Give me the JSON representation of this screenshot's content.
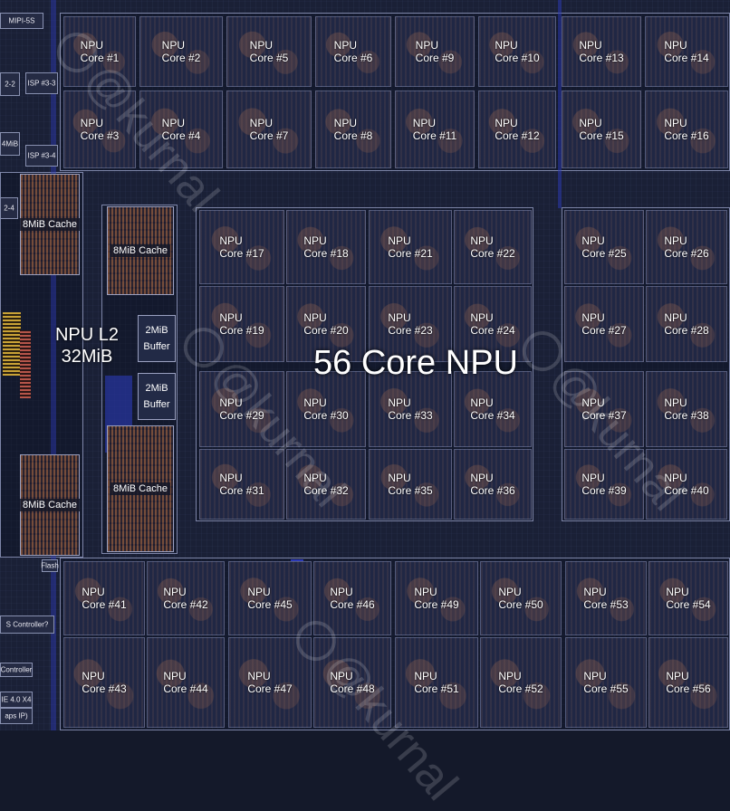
{
  "title": "56 Core NPU",
  "l2": {
    "name": "NPU L2",
    "size": "32MiB"
  },
  "caches": [
    {
      "id": "cache-top-left",
      "label": "8MiB Cache"
    },
    {
      "id": "cache-upper-mid",
      "label": "8MiB Cache"
    },
    {
      "id": "cache-lower-mid",
      "label": "8MiB Cache"
    },
    {
      "id": "cache-bottom-left",
      "label": "8MiB Cache"
    }
  ],
  "buffers": [
    {
      "id": "buffer-1",
      "line1": "2MiB",
      "line2": "Buffer"
    },
    {
      "id": "buffer-2",
      "line1": "2MiB",
      "line2": "Buffer"
    }
  ],
  "side_blocks": [
    "MIPI-5S",
    "2-2",
    "ISP #3-3",
    "4MiB",
    "ISP #3-4",
    "2-4",
    "S Controller?",
    "Controller",
    "IE 4.0 X4",
    "aps IP)",
    "Flash"
  ],
  "watermark": "@kurnal",
  "core_prefix": "NPU",
  "cores": [
    "Core #1",
    "Core #2",
    "Core #5",
    "Core #6",
    "Core #9",
    "Core #10",
    "Core #13",
    "Core #14",
    "Core #3",
    "Core #4",
    "Core #7",
    "Core #8",
    "Core #11",
    "Core #12",
    "Core #15",
    "Core #16",
    "Core #17",
    "Core #18",
    "Core #21",
    "Core #22",
    "Core #25",
    "Core #26",
    "Core #19",
    "Core #20",
    "Core #23",
    "Core #24",
    "Core #27",
    "Core #28",
    "Core #29",
    "Core #30",
    "Core #33",
    "Core #34",
    "Core #37",
    "Core #38",
    "Core #31",
    "Core #32",
    "Core #35",
    "Core #36",
    "Core #39",
    "Core #40",
    "Core #41",
    "Core #42",
    "Core #45",
    "Core #46",
    "Core #49",
    "Core #50",
    "Core #53",
    "Core #54",
    "Core #43",
    "Core #44",
    "Core #47",
    "Core #48",
    "Core #51",
    "Core #52",
    "Core #55",
    "Core #56"
  ],
  "colors": {
    "background": "#1a2036",
    "block_border": "#7d85a8",
    "cache": "#b0704e"
  }
}
